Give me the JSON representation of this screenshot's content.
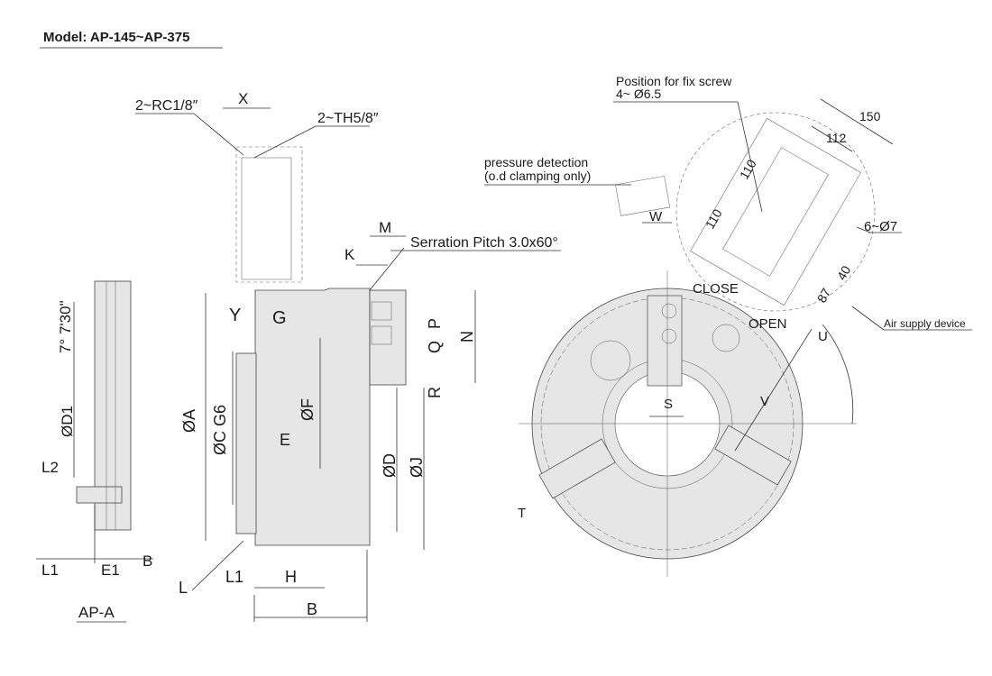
{
  "title": "Model: AP-145~AP-375",
  "side_view": {
    "angle": "7° 7'30\"",
    "d1": "ØD1",
    "l2": "L2",
    "l1": "L1",
    "e1": "E1",
    "b": "B",
    "caption": "AP-A"
  },
  "section_view": {
    "x": "X",
    "rc": "2~RC1/8″",
    "th": "2~TH5/8″",
    "m": "M",
    "k": "K",
    "serration": "Serration Pitch  3.0x60°",
    "y": "Y",
    "g": "G",
    "a": "ØA",
    "c": "ØC  G6",
    "f": "ØF",
    "e": "E",
    "d": "ØD",
    "j": "ØJ",
    "p": "P",
    "q": "Q",
    "n": "N",
    "r": "R",
    "l": "L",
    "l1": "L1",
    "h": "H",
    "b": "B"
  },
  "front_view": {
    "fix_screw_1": "Position for fix screw",
    "fix_screw_2": "4~ Ø6.5",
    "d150": "150",
    "d112": "112",
    "d110a": "110",
    "d110b": "110",
    "holes": "6~Ø7",
    "d40": "40",
    "d87": "87",
    "close": "CLOSE",
    "open": "OPEN",
    "air_supply": "Air supply device",
    "u": "U",
    "v": "V",
    "s": "S",
    "w": "W",
    "pressure_1": "pressure detection",
    "pressure_2": "(o.d clamping only)",
    "t": "T"
  }
}
